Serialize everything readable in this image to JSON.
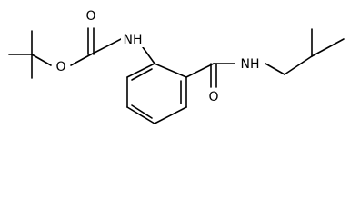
{
  "diagram": {
    "type": "chemical-structure",
    "atoms": {
      "o_carbonyl_top": "O",
      "o_ester": "O",
      "n_carbamate": "NH",
      "n_amide": "NH",
      "o_amide": "O"
    }
  }
}
